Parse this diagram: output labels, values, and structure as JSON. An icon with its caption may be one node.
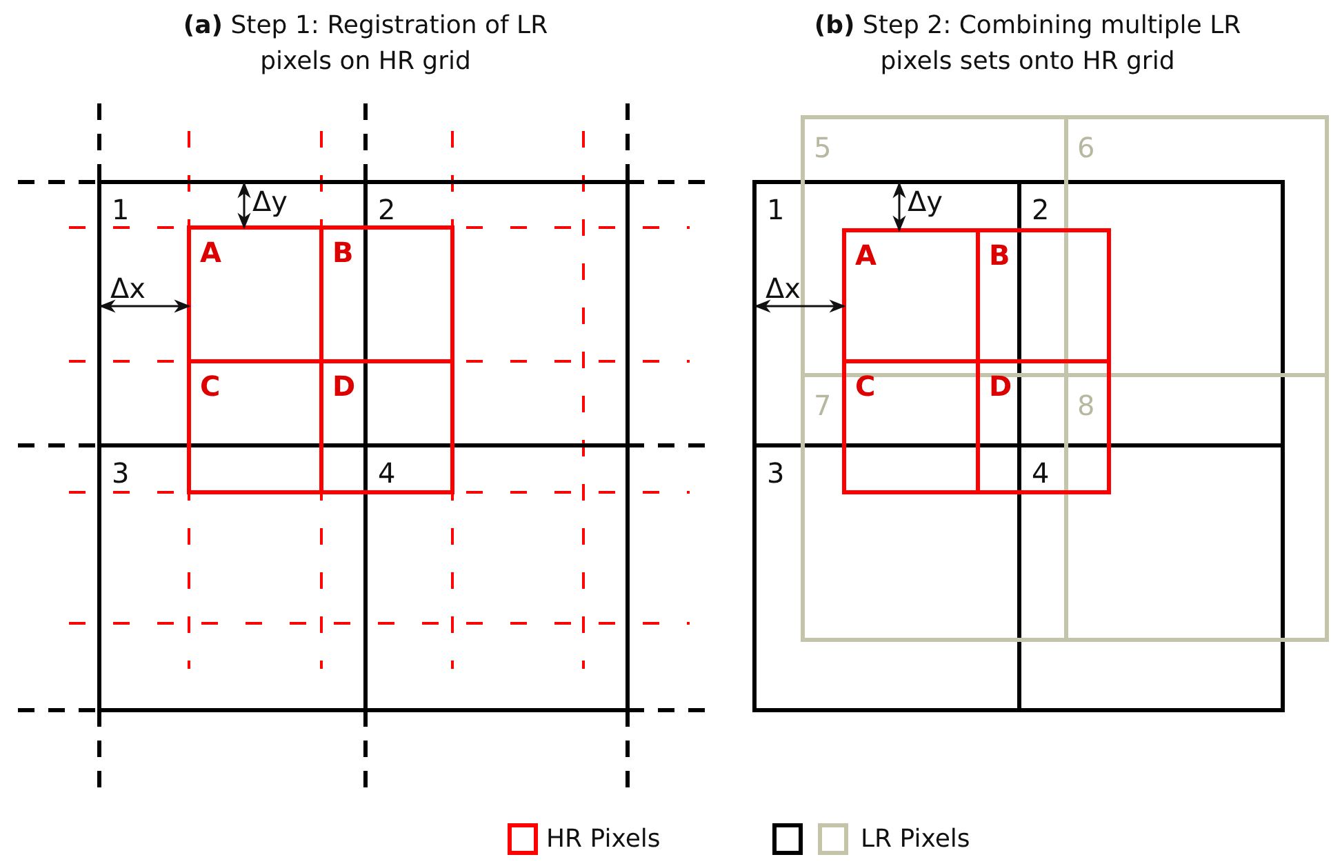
{
  "diagram": {
    "labels": [
      "**(a)** Step 1: Registration of LR pixels on HR grid",
      "**(b)** Step 2: Combining multiple LR pixels sets onto HR grid",
      "1",
      "Δy",
      "2",
      "A",
      "B",
      "Δx",
      "C",
      "D",
      "3",
      "4",
      "5",
      "6",
      "1",
      "Δy",
      "2",
      "A",
      "B",
      "Δx",
      "7",
      "C",
      "D",
      "8",
      "3",
      "4"
    ],
    "legend": [
      {
        "text": "HR Pixels"
      },
      {
        "text": "LR Pixels"
      }
    ]
  }
}
